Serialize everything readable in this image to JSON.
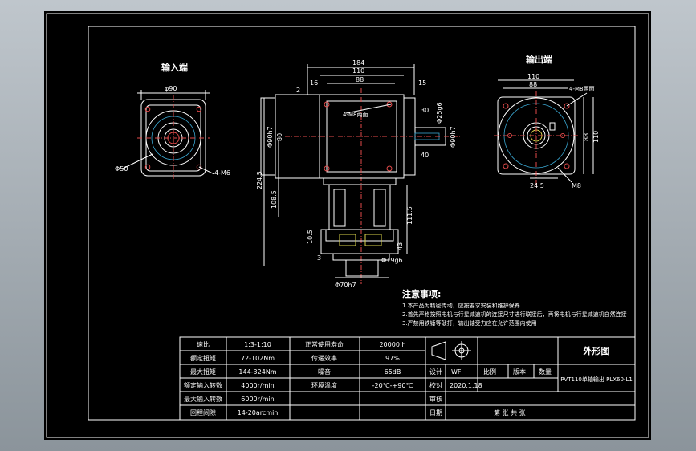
{
  "views": {
    "input_title": "输入端",
    "output_title": "输出端"
  },
  "dims": {
    "input_dia90": "φ90",
    "input_dia50": "Φ50",
    "input_holes": "4-M6",
    "top_184": "184",
    "top_110": "110",
    "top_88": "88",
    "top_16": "16",
    "top_15": "15",
    "top_2": "2",
    "holes_4m8": "4-M8两面",
    "d30": "30",
    "d40": "40",
    "d90h7": "Φ90h7",
    "d25g6": "Φ25g6",
    "d80": "80",
    "d110": "110",
    "d88": "88",
    "d224_5": "224.5",
    "d108_5": "108.5",
    "d111_5": "111.5",
    "d10_5": "10.5",
    "d43": "43",
    "d3": "3",
    "d19g6": "Φ19g6",
    "d70h7": "Φ70h7",
    "out_110": "110",
    "out_88": "88",
    "out_24_5": "24.5",
    "out_holes": "4-M8两面",
    "out_m8": "M8"
  },
  "notes": {
    "title": "注意事项:",
    "lines": [
      "1.本产品为精密传动，应按要求安装和维护保养",
      "2.首先严格按照电机与行星减速机的连接尺寸进行联接后，再将电机与行星减速机自然连接",
      "3.严禁用铁锤等敲打，输出轴受力应在允许范围内使用"
    ]
  },
  "spec_table": [
    [
      "速比",
      "1:3-1:10",
      "正常使用寿命",
      "20000 h"
    ],
    [
      "额定扭矩",
      "72-102Nm",
      "传递效率",
      "97%"
    ],
    [
      "最大扭矩",
      "144-324Nm",
      "噪音",
      "65dB"
    ],
    [
      "额定输入转数",
      "4000r/min",
      "环境温度",
      "-20℃-+90℃"
    ],
    [
      "最大输入转数",
      "6000r/min",
      "",
      ""
    ],
    [
      "回程间隙",
      "14-20arcmin",
      "",
      ""
    ]
  ],
  "title_block": {
    "drawing_name": "外形图",
    "part_name": "PVT110单轴输出 PLX60-L1",
    "labels": {
      "design": "设计",
      "designer": "WF",
      "scale": "比例",
      "version": "版本",
      "quantity": "数量",
      "check": "校对",
      "date_value": "2020.1.18",
      "review": "审核",
      "date": "日期",
      "sheet_label": "第  张  共  张"
    }
  }
}
